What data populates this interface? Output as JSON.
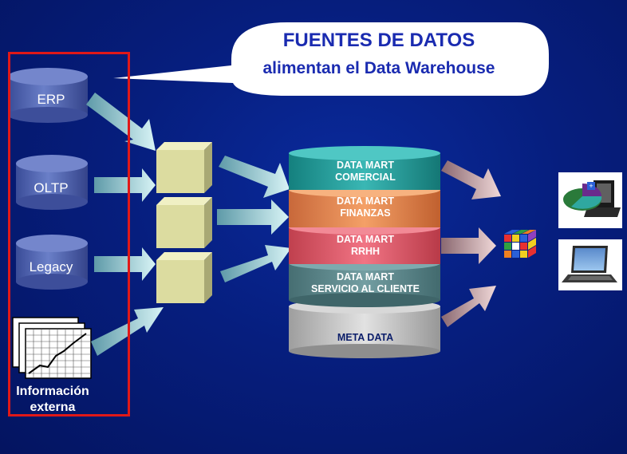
{
  "callout": {
    "title": "FUENTES DE DATOS",
    "subtitle": "alimentan el Data Warehouse"
  },
  "sources": {
    "erp": "ERP",
    "oltp": "OLTP",
    "legacy": "Legacy",
    "external_line1": "Información",
    "external_line2": "externa"
  },
  "data_marts": [
    {
      "line1": "DATA MART",
      "line2": "COMERCIAL",
      "color": "#1f9e9c"
    },
    {
      "line1": "DATA MART",
      "line2": "FINANZAS",
      "color": "#e8884a"
    },
    {
      "line1": "DATA MART",
      "line2": "RRHH",
      "color": "#e25a6a"
    },
    {
      "line1": "DATA MART",
      "line2": "SERVICIO AL CLIENTE",
      "color": "#5c8a8e"
    }
  ],
  "meta_data": "META DATA",
  "colors": {
    "background": "#061e7e",
    "source_box_border": "#e01818",
    "database": "#4b5fae",
    "staging_cube": "#dcdca0",
    "arrow": "#b8e0e8",
    "output_arrow": "#dcb4b4",
    "meta_data": "#c8c8c8"
  },
  "icons": [
    "database-icon",
    "chart-document-icon",
    "staging-cube-icon",
    "rubiks-cube-icon",
    "pie-chart-laptop-icon",
    "laptop-icon"
  ]
}
